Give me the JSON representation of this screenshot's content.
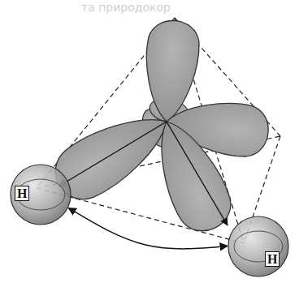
{
  "diagram": {
    "nodes": [
      {
        "text": [
          "H"
        ]
      },
      {
        "text": [
          "H"
        ]
      }
    ],
    "edges": [
      {
        "from": 0,
        "to": 1,
        "arrow": "both"
      }
    ],
    "labels": [
      "та природокор"
    ]
  }
}
